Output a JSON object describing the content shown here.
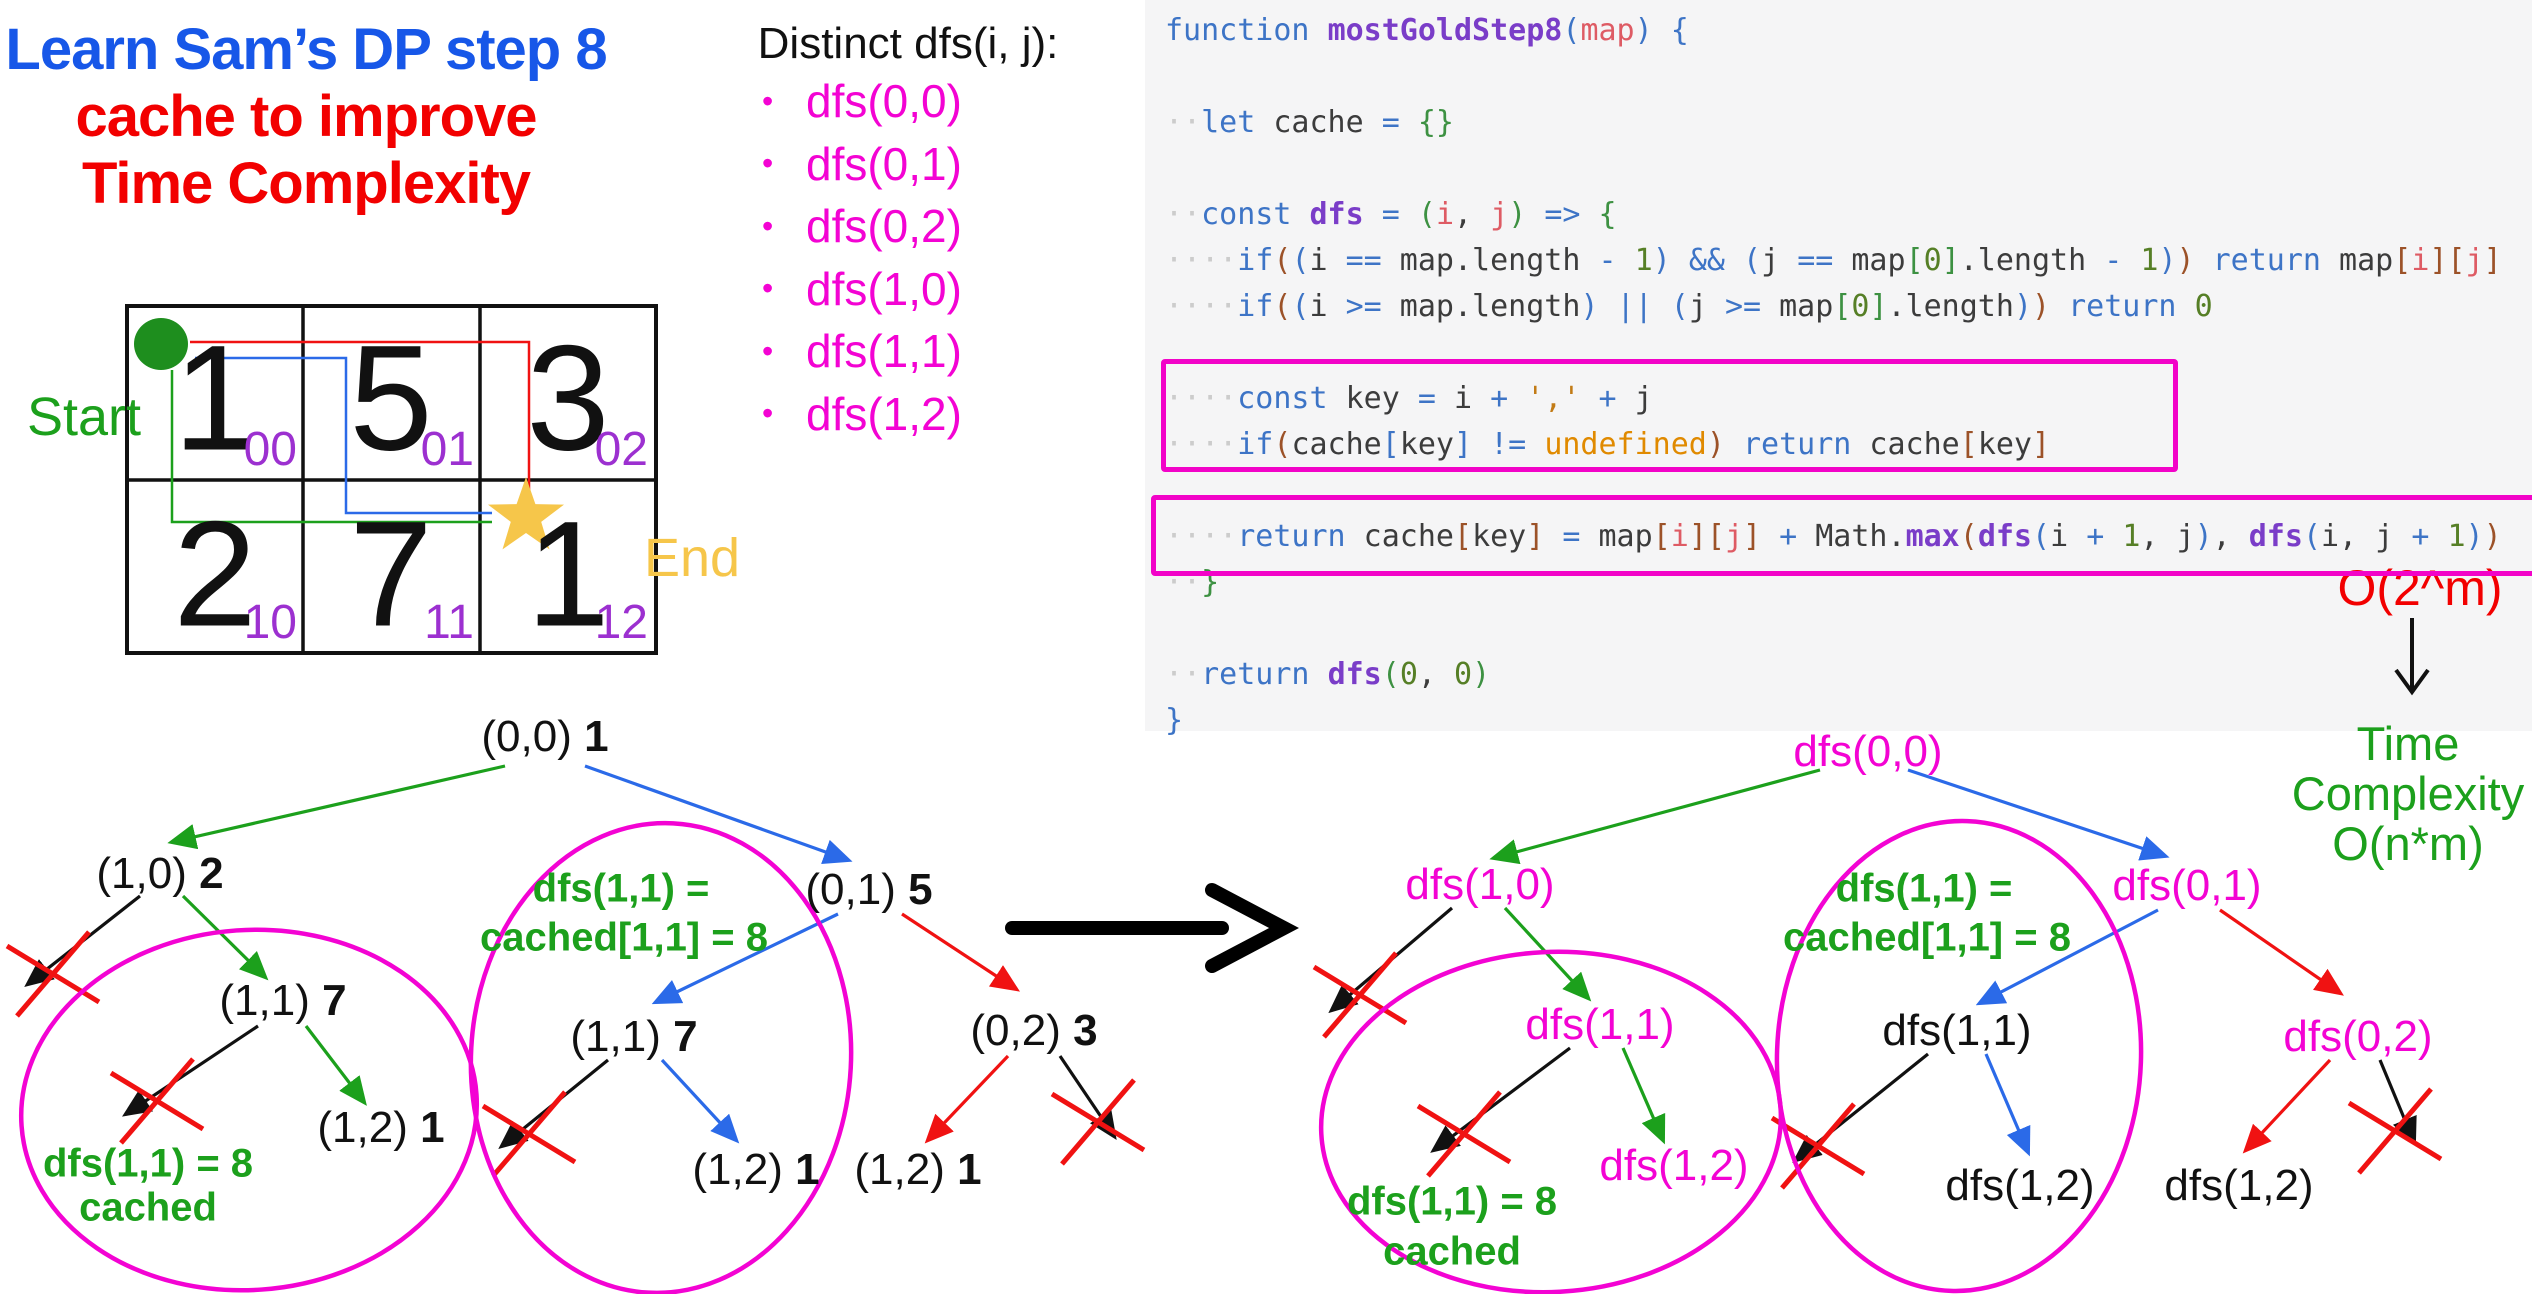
{
  "colors": {
    "magenta": "#F303D3",
    "green": "#1CA01C",
    "blue": "#2B6AE8",
    "red": "#F01212",
    "title_blue": "#1757E8",
    "title_red": "#F20000",
    "purple": "#9C30D0",
    "gold": "#F6C64A",
    "ink": "#111111",
    "code_bg": "#F5F5F6"
  },
  "title": {
    "lines": [
      "Learn Sam’s DP step 8",
      "cache to improve",
      "Time Complexity"
    ]
  },
  "grid": {
    "start_label": "Start",
    "end_label": "End",
    "cells": [
      {
        "value": "1",
        "index": "00"
      },
      {
        "value": "5",
        "index": "01"
      },
      {
        "value": "3",
        "index": "02"
      },
      {
        "value": "2",
        "index": "10"
      },
      {
        "value": "7",
        "index": "11"
      },
      {
        "value": "1",
        "index": "12"
      }
    ]
  },
  "distinct_list": {
    "heading": "Distinct dfs(i, j):",
    "items": [
      "dfs(0,0)",
      "dfs(0,1)",
      "dfs(0,2)",
      "dfs(1,0)",
      "dfs(1,1)",
      "dfs(1,2)"
    ]
  },
  "code": {
    "lines": [
      [
        [
          "kw",
          "function"
        ],
        [
          "txt",
          " "
        ],
        [
          "fn",
          "mostGoldStep8"
        ],
        [
          "brB",
          "("
        ],
        [
          "param",
          "map"
        ],
        [
          "brB",
          ")"
        ],
        [
          "txt",
          " "
        ],
        [
          "brB",
          "{"
        ]
      ],
      [],
      [
        [
          "ind",
          "··"
        ],
        [
          "kw",
          "let"
        ],
        [
          "txt",
          " cache "
        ],
        [
          "kw",
          "="
        ],
        [
          "txt",
          " "
        ],
        [
          "brG",
          "{}"
        ]
      ],
      [],
      [
        [
          "ind",
          "··"
        ],
        [
          "kw",
          "const"
        ],
        [
          "txt",
          " "
        ],
        [
          "fn",
          "dfs"
        ],
        [
          "txt",
          " "
        ],
        [
          "kw",
          "="
        ],
        [
          "txt",
          " "
        ],
        [
          "brG",
          "("
        ],
        [
          "param",
          "i"
        ],
        [
          "txt",
          ", "
        ],
        [
          "param",
          "j"
        ],
        [
          "brG",
          ")"
        ],
        [
          "txt",
          " "
        ],
        [
          "kw",
          "=>"
        ],
        [
          "txt",
          " "
        ],
        [
          "brG",
          "{"
        ]
      ],
      [
        [
          "ind",
          "····"
        ],
        [
          "kw",
          "if"
        ],
        [
          "brN",
          "("
        ],
        [
          "brB",
          "("
        ],
        [
          "txt",
          "i "
        ],
        [
          "kw",
          "=="
        ],
        [
          "txt",
          " map.length "
        ],
        [
          "kw",
          "-"
        ],
        [
          "txt",
          " "
        ],
        [
          "num",
          "1"
        ],
        [
          "brB",
          ")"
        ],
        [
          "txt",
          " "
        ],
        [
          "kw",
          "&&"
        ],
        [
          "txt",
          " "
        ],
        [
          "brB",
          "("
        ],
        [
          "txt",
          "j "
        ],
        [
          "kw",
          "=="
        ],
        [
          "txt",
          " map"
        ],
        [
          "brG",
          "["
        ],
        [
          "num",
          "0"
        ],
        [
          "brG",
          "]"
        ],
        [
          "txt",
          ".length "
        ],
        [
          "kw",
          "-"
        ],
        [
          "txt",
          " "
        ],
        [
          "num",
          "1"
        ],
        [
          "brB",
          ")"
        ],
        [
          "brN",
          ")"
        ],
        [
          "txt",
          " "
        ],
        [
          "kw",
          "return"
        ],
        [
          "txt",
          " map"
        ],
        [
          "brN",
          "["
        ],
        [
          "param",
          "i"
        ],
        [
          "brN",
          "]["
        ],
        [
          "param",
          "j"
        ],
        [
          "brN",
          "]"
        ]
      ],
      [
        [
          "ind",
          "····"
        ],
        [
          "kw",
          "if"
        ],
        [
          "brN",
          "("
        ],
        [
          "brB",
          "("
        ],
        [
          "txt",
          "i "
        ],
        [
          "kw",
          ">="
        ],
        [
          "txt",
          " map.length"
        ],
        [
          "brB",
          ")"
        ],
        [
          "txt",
          " "
        ],
        [
          "kw",
          "||"
        ],
        [
          "txt",
          " "
        ],
        [
          "brB",
          "("
        ],
        [
          "txt",
          "j "
        ],
        [
          "kw",
          ">="
        ],
        [
          "txt",
          " map"
        ],
        [
          "brG",
          "["
        ],
        [
          "num",
          "0"
        ],
        [
          "brG",
          "]"
        ],
        [
          "txt",
          ".length"
        ],
        [
          "brB",
          ")"
        ],
        [
          "brN",
          ")"
        ],
        [
          "txt",
          " "
        ],
        [
          "kw",
          "return"
        ],
        [
          "txt",
          " "
        ],
        [
          "num",
          "0"
        ]
      ],
      [],
      [
        [
          "ind",
          "····"
        ],
        [
          "kw",
          "const"
        ],
        [
          "txt",
          " key "
        ],
        [
          "kw",
          "="
        ],
        [
          "txt",
          " i "
        ],
        [
          "kw",
          "+"
        ],
        [
          "txt",
          " "
        ],
        [
          "str",
          "','"
        ],
        [
          "txt",
          " "
        ],
        [
          "kw",
          "+"
        ],
        [
          "txt",
          " j"
        ]
      ],
      [
        [
          "ind",
          "····"
        ],
        [
          "kw",
          "if"
        ],
        [
          "brN",
          "("
        ],
        [
          "txt",
          "cache"
        ],
        [
          "brB",
          "["
        ],
        [
          "txt",
          "key"
        ],
        [
          "brB",
          "]"
        ],
        [
          "txt",
          " "
        ],
        [
          "kw",
          "!="
        ],
        [
          "txt",
          " "
        ],
        [
          "orange",
          "undefined"
        ],
        [
          "brN",
          ")"
        ],
        [
          "txt",
          " "
        ],
        [
          "kw",
          "return"
        ],
        [
          "txt",
          " cache"
        ],
        [
          "brN",
          "["
        ],
        [
          "txt",
          "key"
        ],
        [
          "brN",
          "]"
        ]
      ],
      [],
      [
        [
          "ind",
          "····"
        ],
        [
          "kw",
          "return"
        ],
        [
          "txt",
          " cache"
        ],
        [
          "brN",
          "["
        ],
        [
          "txt",
          "key"
        ],
        [
          "brN",
          "]"
        ],
        [
          "txt",
          " "
        ],
        [
          "kw",
          "="
        ],
        [
          "txt",
          " map"
        ],
        [
          "brN",
          "["
        ],
        [
          "param",
          "i"
        ],
        [
          "brN",
          "]["
        ],
        [
          "param",
          "j"
        ],
        [
          "brN",
          "]"
        ],
        [
          "txt",
          " "
        ],
        [
          "kw",
          "+"
        ],
        [
          "txt",
          " Math."
        ],
        [
          "fn",
          "max"
        ],
        [
          "brN",
          "("
        ],
        [
          "fn",
          "dfs"
        ],
        [
          "brB",
          "("
        ],
        [
          "txt",
          "i "
        ],
        [
          "kw",
          "+"
        ],
        [
          "txt",
          " "
        ],
        [
          "num",
          "1"
        ],
        [
          "txt",
          ", j"
        ],
        [
          "brB",
          ")"
        ],
        [
          "txt",
          ", "
        ],
        [
          "fn",
          "dfs"
        ],
        [
          "brB",
          "("
        ],
        [
          "txt",
          "i, j "
        ],
        [
          "kw",
          "+"
        ],
        [
          "txt",
          " "
        ],
        [
          "num",
          "1"
        ],
        [
          "brB",
          ")"
        ],
        [
          "brN",
          ")"
        ]
      ],
      [
        [
          "ind",
          "··"
        ],
        [
          "brG",
          "}"
        ]
      ],
      [],
      [
        [
          "ind",
          "··"
        ],
        [
          "kw",
          "return"
        ],
        [
          "txt",
          " "
        ],
        [
          "fn",
          "dfs"
        ],
        [
          "brG",
          "("
        ],
        [
          "num",
          "0"
        ],
        [
          "txt",
          ", "
        ],
        [
          "num",
          "0"
        ],
        [
          "brG",
          ")"
        ]
      ],
      [
        [
          "brB",
          "}"
        ]
      ]
    ]
  },
  "complexity": {
    "before": "O(2^m)",
    "after_lines": [
      "Time",
      "Complexity",
      "O(n*m)"
    ]
  },
  "left_tree": {
    "nodes": [
      {
        "label": "(0,0)",
        "value": "1"
      },
      {
        "label": "(1,0)",
        "value": "2"
      },
      {
        "label": "(0,1)",
        "value": "5"
      },
      {
        "label": "(1,1)",
        "value": "7"
      },
      {
        "label": "(1,2)",
        "value": "1"
      },
      {
        "label": "(1,1)",
        "value": "7"
      },
      {
        "label": "(1,2)",
        "value": "1"
      },
      {
        "label": "(0,2)",
        "value": "3"
      },
      {
        "label": "(1,2)",
        "value": "1"
      }
    ],
    "annotations": [
      {
        "lines": [
          "dfs(1,1) = 8",
          "cached"
        ]
      },
      {
        "lines": [
          "dfs(1,1) =",
          "cached[1,1] = 8"
        ]
      }
    ]
  },
  "right_tree": {
    "nodes": [
      {
        "label": "dfs(0,0)",
        "color": "magenta"
      },
      {
        "label": "dfs(1,0)",
        "color": "magenta"
      },
      {
        "label": "dfs(0,1)",
        "color": "magenta"
      },
      {
        "label": "dfs(1,1)",
        "color": "magenta"
      },
      {
        "label": "dfs(1,2)",
        "color": "magenta"
      },
      {
        "label": "dfs(1,1)",
        "color": "black"
      },
      {
        "label": "dfs(1,2)",
        "color": "black"
      },
      {
        "label": "dfs(0,2)",
        "color": "magenta"
      },
      {
        "label": "dfs(1,2)",
        "color": "black"
      }
    ],
    "annotations": [
      {
        "lines": [
          "dfs(1,1) = 8",
          "cached"
        ]
      },
      {
        "lines": [
          "dfs(1,1) =",
          "cached[1,1] = 8"
        ]
      }
    ]
  }
}
